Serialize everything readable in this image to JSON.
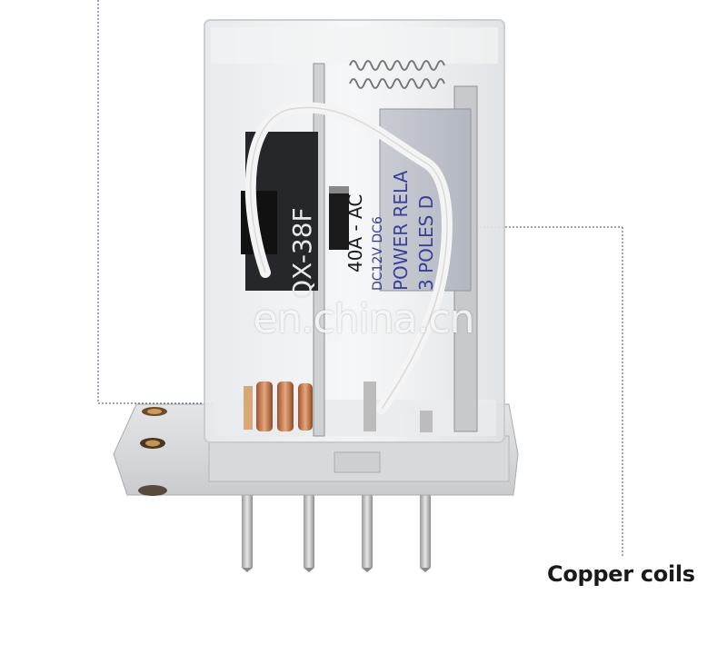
{
  "callout": {
    "label": "Copper coils"
  },
  "watermark": {
    "text": "en.china.cn"
  },
  "relay": {
    "model_text": "QX-38F",
    "rating_text": "40A - AC",
    "side_text_1": "DC12V DC6",
    "side_text_2": "POWER RELA",
    "side_text_3": "3 POLES D"
  }
}
